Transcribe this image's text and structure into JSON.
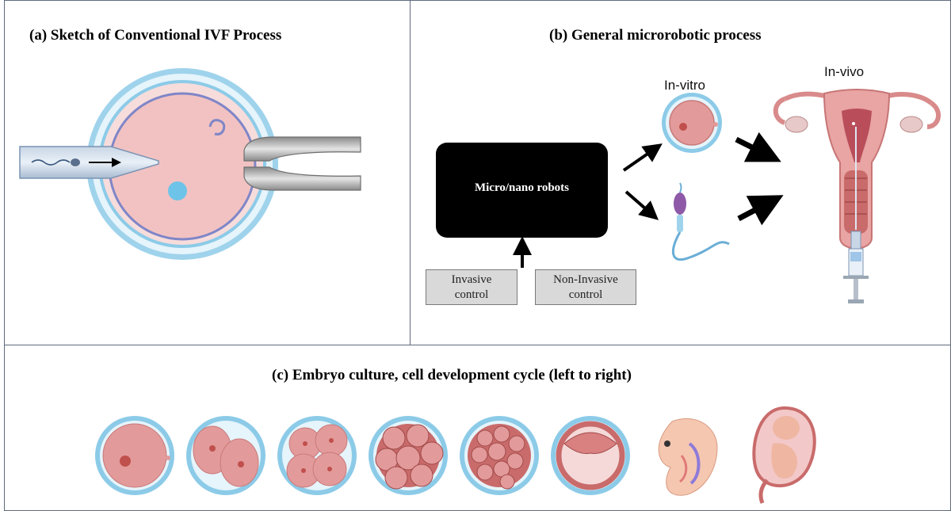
{
  "panel_a": {
    "title": "(a) Sketch of Conventional IVF Process"
  },
  "panel_b": {
    "title": "(b) General microrobotic process",
    "robot_box_label": "Micro/nano robots",
    "invasive": {
      "line1": "Invasive",
      "line2": "control"
    },
    "non_invasive": {
      "line1": "Non-Invasive",
      "line2": "control"
    },
    "in_vitro_label": "In-vitro",
    "in_vivo_label": "In-vivo"
  },
  "panel_c": {
    "title": "(c) Embryo culture, cell development cycle (left to right)",
    "stages": [
      "zygote",
      "two-cell",
      "four-cell",
      "eight-cell",
      "morula",
      "blastocyst",
      "embryo",
      "fetus"
    ]
  },
  "colors": {
    "cell_pink": "#e8a3a3",
    "cell_dark": "#c96b6b",
    "zona_blue": "#8ccbe8",
    "zona_light": "#dff1fa",
    "pipette_blue": "#a9c3de",
    "border": "#5f6b7d"
  }
}
